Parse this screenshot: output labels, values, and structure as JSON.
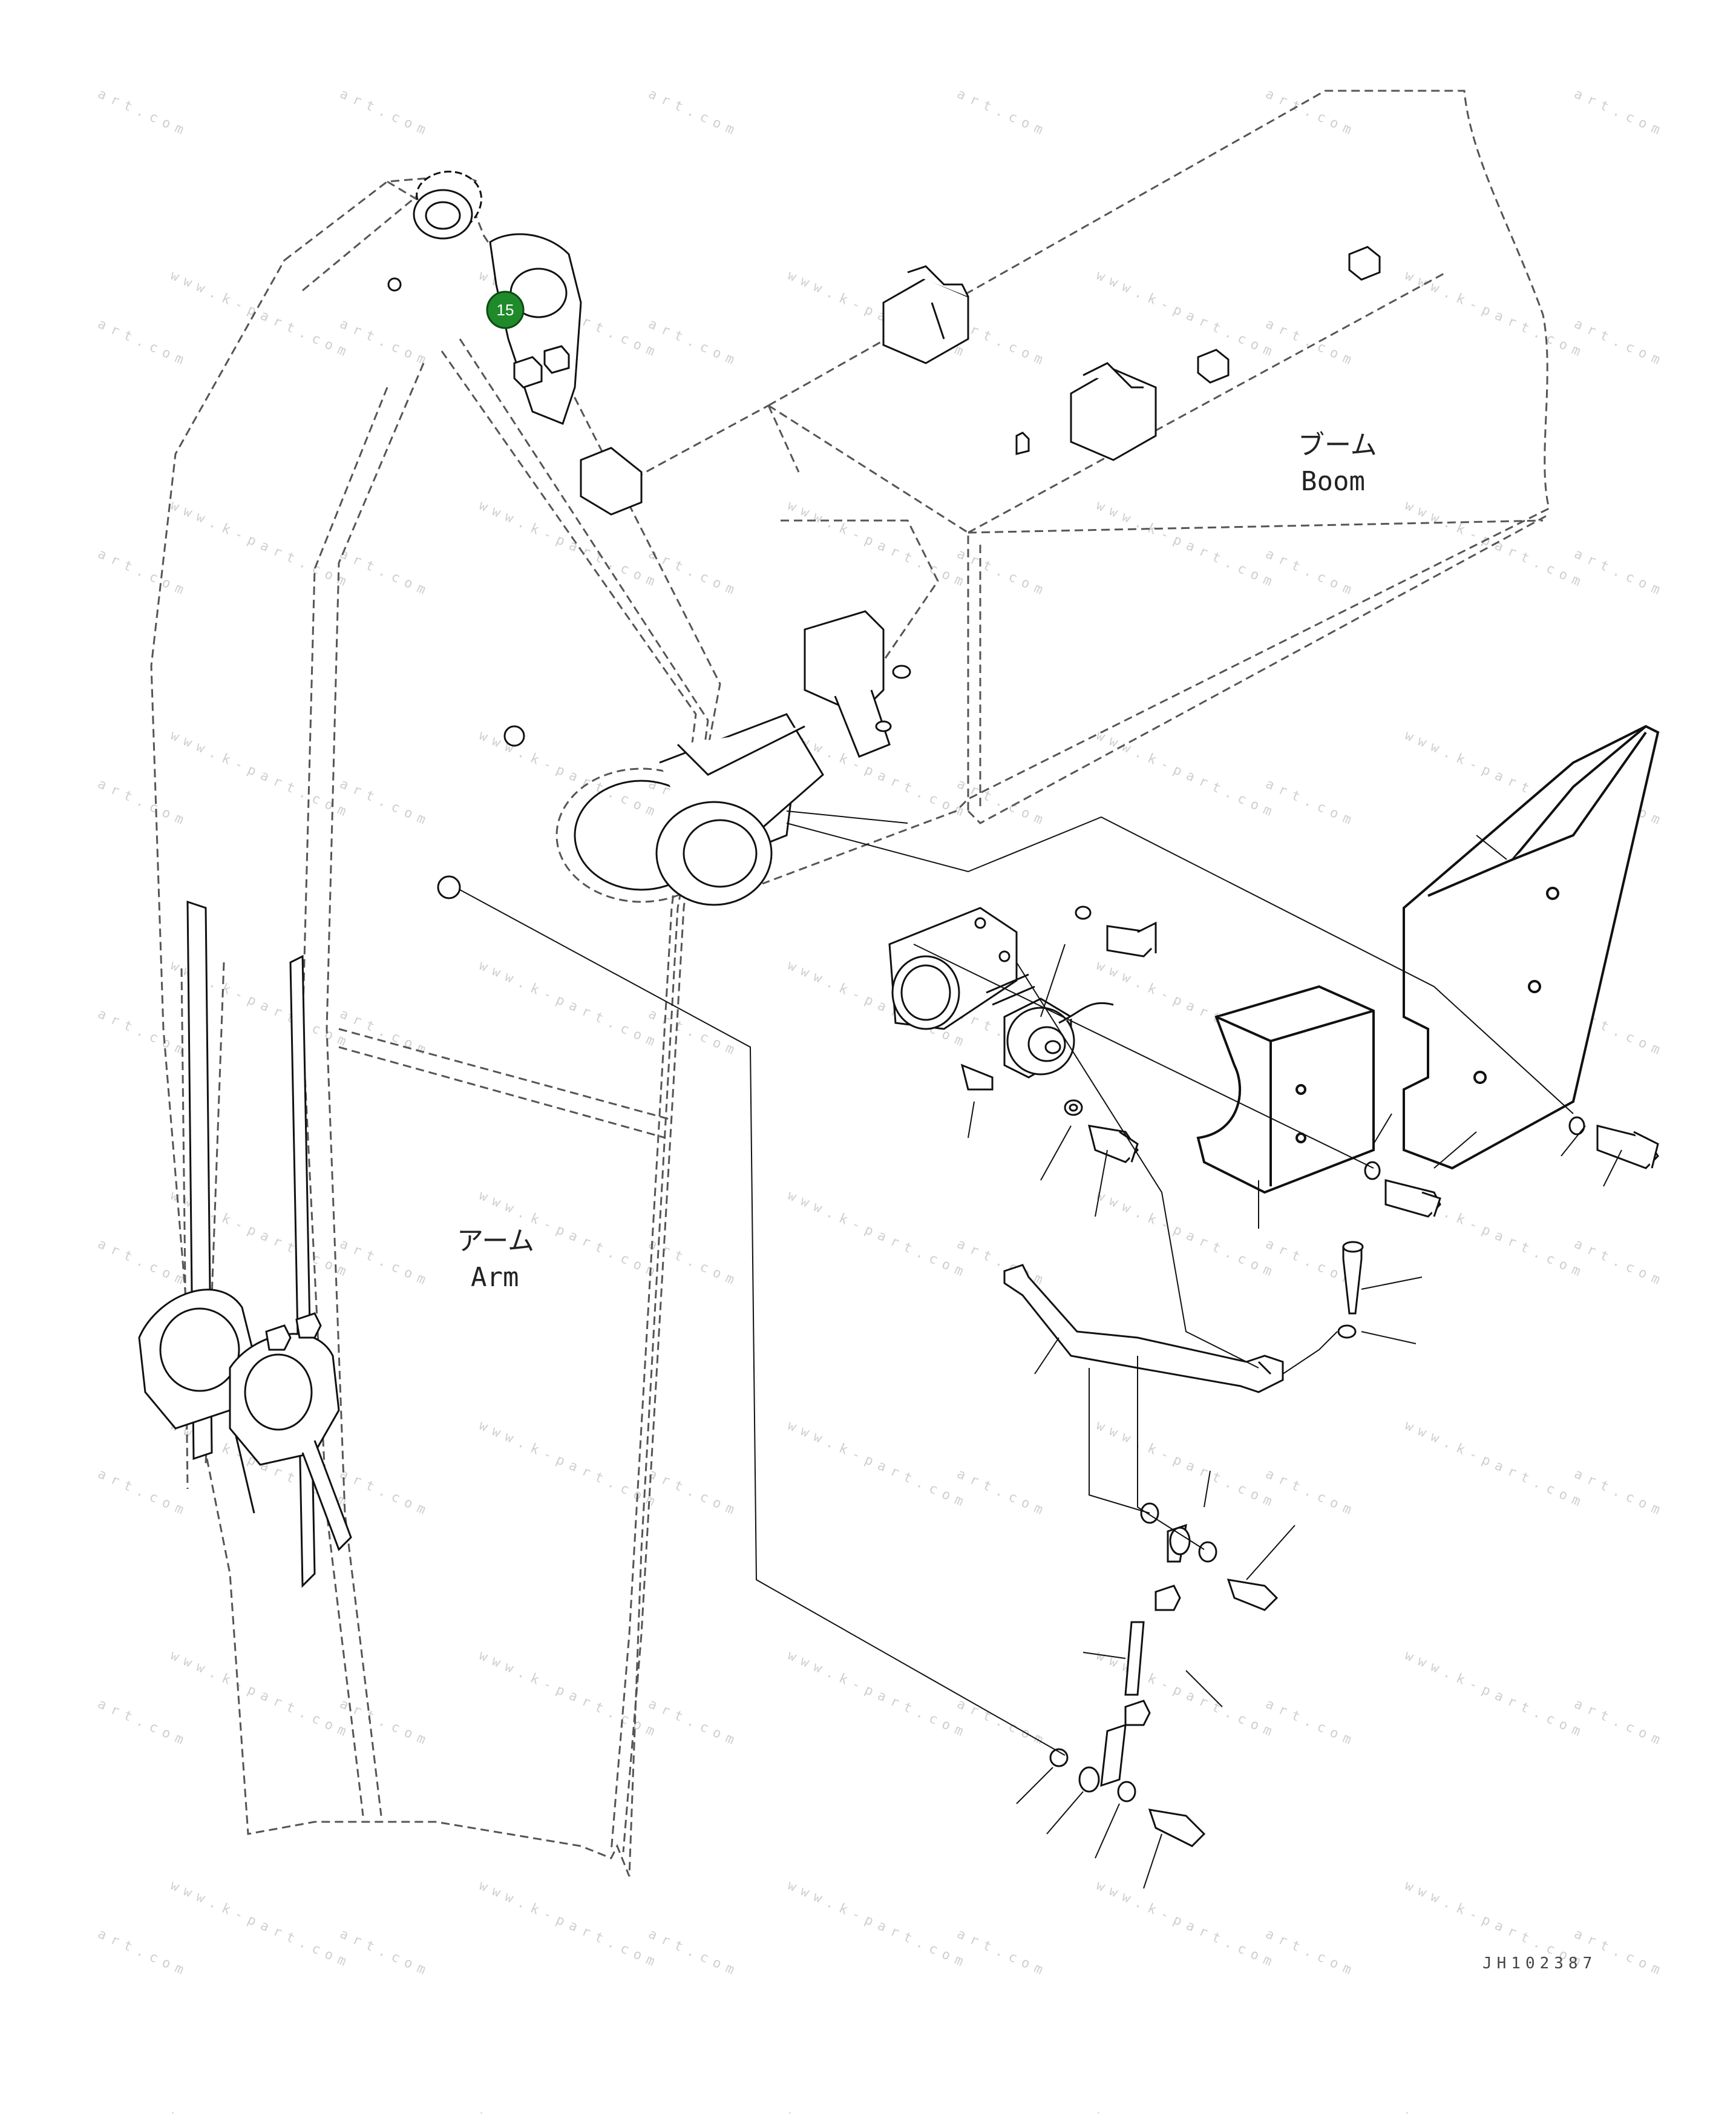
{
  "labels": {
    "boom_jp": "ブーム",
    "boom_en": "Boom",
    "arm_jp": "アーム",
    "arm_en": "Arm"
  },
  "callout": {
    "number": "15",
    "color": "#1f8a2a"
  },
  "drawing_code": "JH102387",
  "watermark": {
    "line1": "www.k-part.com",
    "line2": "art.com"
  },
  "colors": {
    "ink": "#111111",
    "dashed": "#555555",
    "watermark": "#cfcfcf"
  }
}
